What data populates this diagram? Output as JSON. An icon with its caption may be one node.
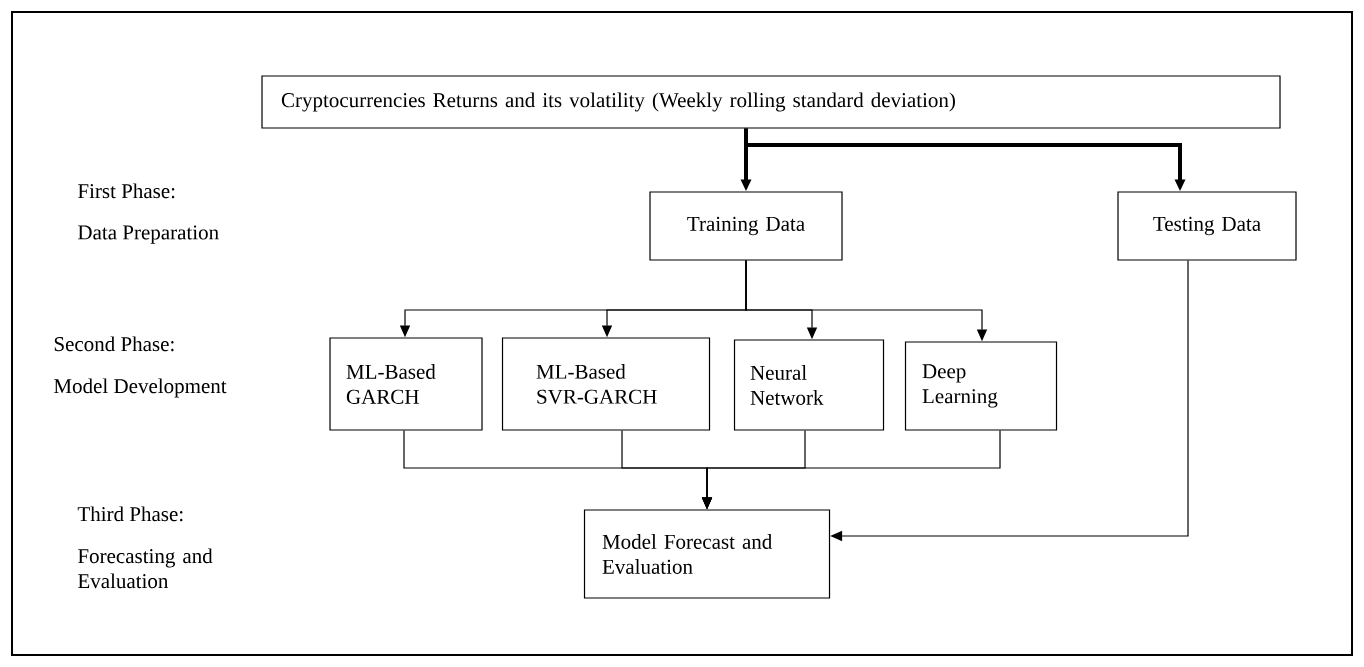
{
  "diagram": {
    "nodes": [
      {
        "text": [
          "Cryptocurrencies Returns and its volatility (Weekly rolling standard deviation)"
        ]
      },
      {
        "text": [
          "Training Data"
        ]
      },
      {
        "text": [
          "Testing Data"
        ]
      },
      {
        "text": [
          "ML-Based GARCH"
        ]
      },
      {
        "text": [
          "ML-Based SVR-GARCH"
        ]
      },
      {
        "text": [
          "Neural Network"
        ]
      },
      {
        "text": [
          "Deep Learning"
        ]
      },
      {
        "text": [
          "Model Forecast and Evaluation"
        ]
      }
    ],
    "edges": [
      {
        "from": 0,
        "to": 1,
        "arrow": "to",
        "style": "thick"
      },
      {
        "from": 0,
        "to": 2,
        "arrow": "to",
        "style": "thick"
      },
      {
        "from": 1,
        "to": 3,
        "arrow": "to"
      },
      {
        "from": 1,
        "to": 4,
        "arrow": "to"
      },
      {
        "from": 1,
        "to": 5,
        "arrow": "to"
      },
      {
        "from": 1,
        "to": 6,
        "arrow": "to"
      },
      {
        "from": 3,
        "to": 7,
        "arrow": "to"
      },
      {
        "from": 4,
        "to": 7,
        "arrow": "to"
      },
      {
        "from": 5,
        "to": 7,
        "arrow": "to"
      },
      {
        "from": 6,
        "to": 7,
        "arrow": "to"
      },
      {
        "from": 2,
        "to": 7,
        "arrow": "to"
      }
    ],
    "labels": [
      "First Phase:",
      "Data Preparation",
      "Second Phase:",
      "Model Development",
      "Third Phase:",
      "Forecasting and Evaluation"
    ]
  }
}
